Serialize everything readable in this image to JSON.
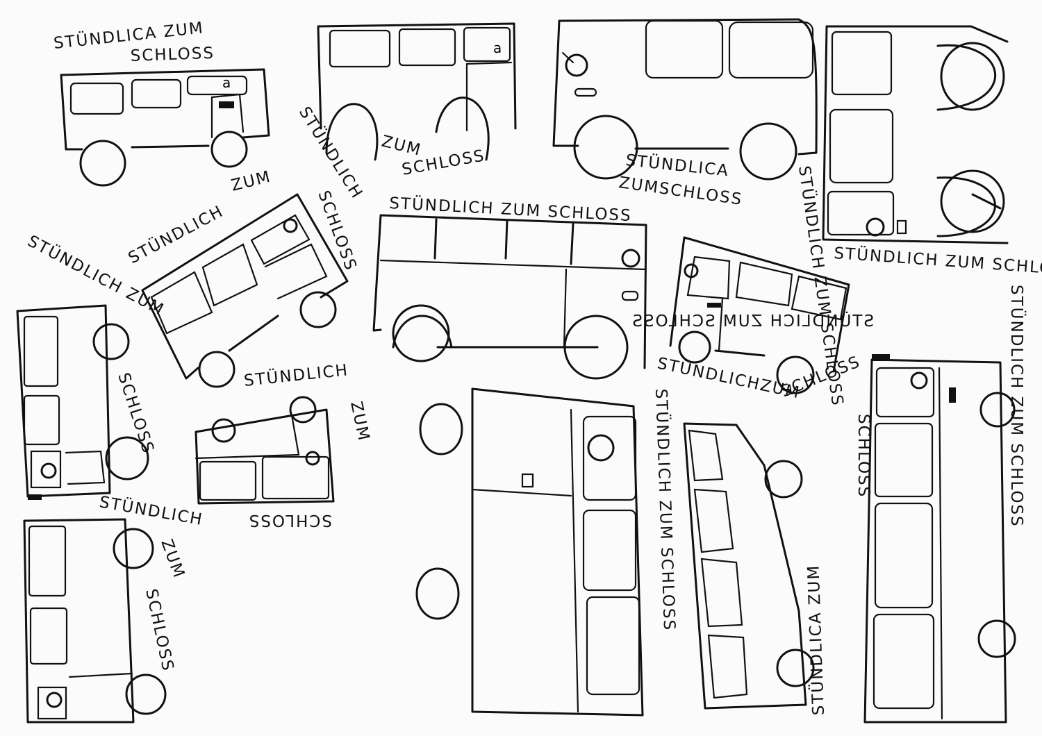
{
  "drawing": {
    "ink_color": "#111111",
    "paper_color": "#fbfbfb",
    "subject": "bus",
    "caption_labels": [
      "STÜNDLICA ZUM",
      "SCHLOSS",
      "STÜNDLICH",
      "ZUM",
      "SCHLOSS",
      "STÜNDLICA",
      "ZUMSCHLOSS",
      "STÜNDLICH ZUM SCHLOSS",
      "STÜNDLICH ZUM SCHLOSS",
      "STÜNDLICH ZUM SCHLOSS",
      "STÜNDLICH",
      "ZUM",
      "SCHLOSS",
      "STÜNDLICH ZUM",
      "SCHLOSS",
      "STÜNDLICH",
      "SCHLOSS",
      "ZUM",
      "STÜNDLICH",
      "ZUM",
      "SCHLOSS",
      "STÜNDLICHZUM",
      "SCHLOSS",
      "STÜNDLICH ZUM SCHLOSS",
      "STÜNDLICA ZUM",
      "SCHLOSS",
      "STÜNDLICH ZUM SCHLOSS",
      "STÜNDLICH ZUM SCHLOSS"
    ]
  }
}
